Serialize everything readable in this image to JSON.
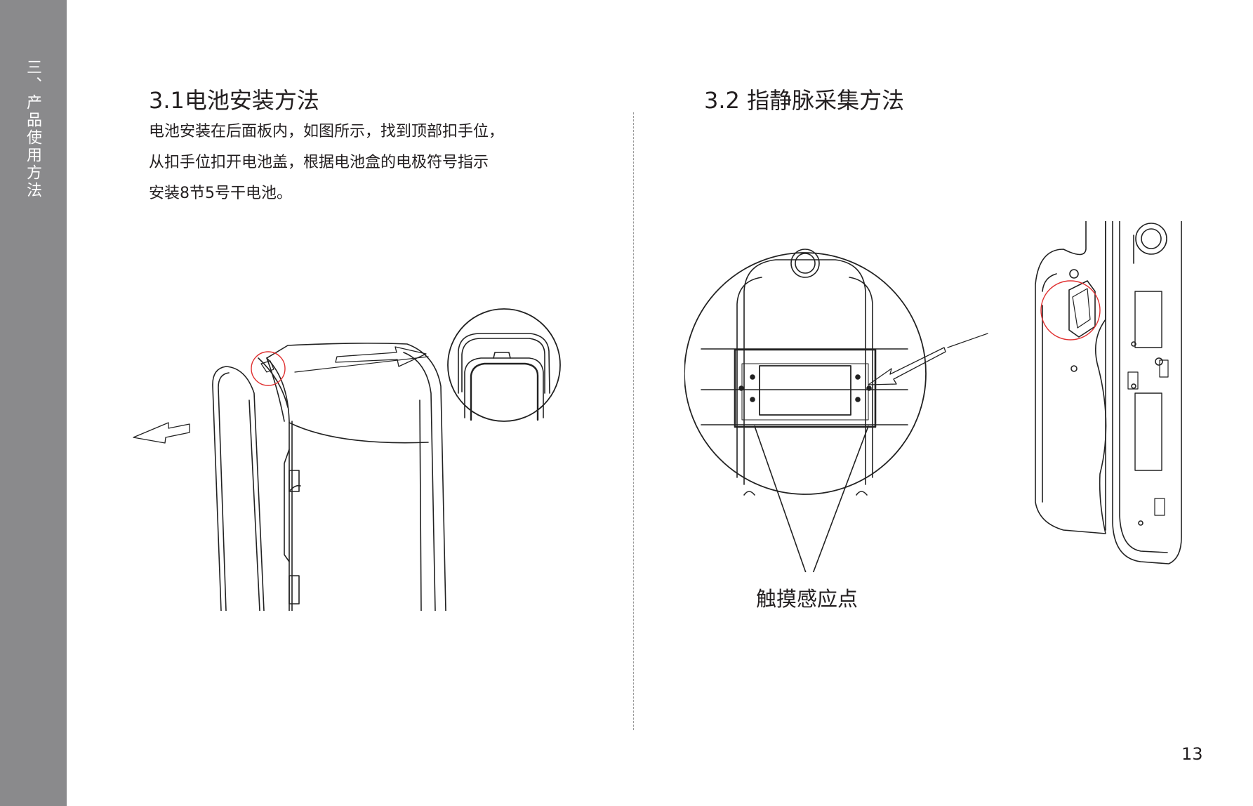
{
  "sidebar": {
    "chapter_title": "三、产品使用方法"
  },
  "section_1": {
    "heading": "3.1电池安装方法",
    "lines": [
      "电池安装在后面板内，如图所示，找到顶部扣手位，",
      "从扣手位扣开电池盖，根据电池盒的电极符号指示",
      "安装8节5号干电池。"
    ]
  },
  "section_2": {
    "heading": "3.2 指静脉采集方法",
    "callout_label": "触摸感应点"
  },
  "page_number": "13",
  "colors": {
    "sidebar": "#8a8a8c",
    "highlight_circle": "#e03030",
    "line_art": "#222222"
  },
  "icons": [
    "arrow-left-icon",
    "arrow-right-icon"
  ]
}
